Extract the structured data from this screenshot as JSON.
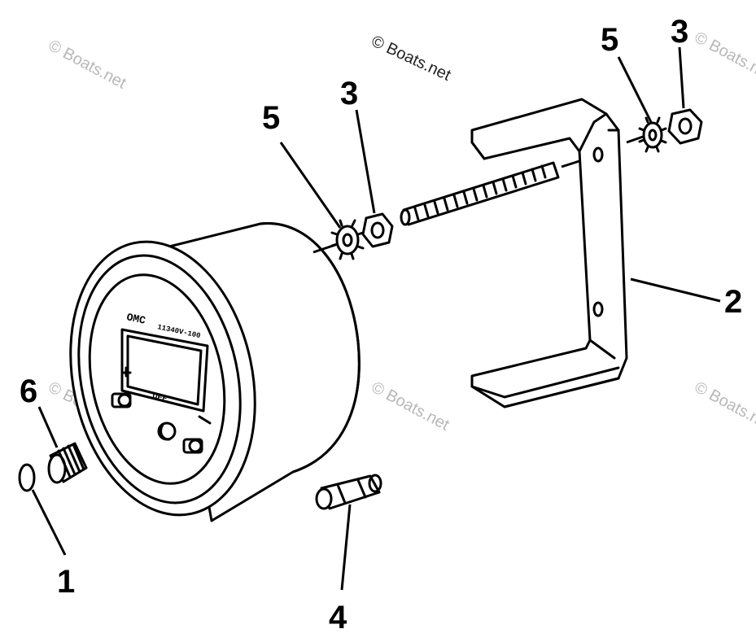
{
  "watermarks": [
    "© Boats.net",
    "© Boats.net",
    "© Boats.net",
    "© Boats.net",
    "© Boats.net",
    "© Boats.net"
  ],
  "callouts": {
    "one": "1",
    "two": "2",
    "three_left": "3",
    "three_right": "3",
    "four": "4",
    "five_left": "5",
    "five_right": "5",
    "six": "6"
  },
  "gauge": {
    "brand": "OMC",
    "part_number": "11340V-100",
    "switch_label": "OFF"
  },
  "colors": {
    "ink": "#000000",
    "watermark": "#b8b8b8"
  }
}
